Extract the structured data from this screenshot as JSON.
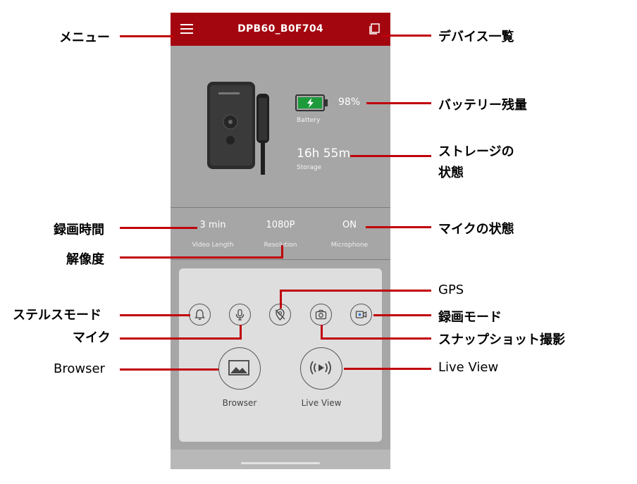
{
  "header": {
    "title": "DPB60_B0F704"
  },
  "status": {
    "battery_value": "98%",
    "battery_label": "Battery",
    "storage_value": "16h 55m",
    "storage_label": "Storage"
  },
  "stats": [
    {
      "value": "3 min",
      "label": "Video Length"
    },
    {
      "value": "1080P",
      "label": "Resolution"
    },
    {
      "value": "ON",
      "label": "Microphone"
    }
  ],
  "controls": {
    "icons": [
      "bell-icon",
      "microphone-icon",
      "gps-off-icon",
      "camera-icon",
      "video-record-icon"
    ],
    "browser_label": "Browser",
    "liveview_label": "Live View"
  },
  "annotations": {
    "menu": "メニュー",
    "device_list": "デバイス一覧",
    "battery": "バッテリー残量",
    "storage_line1": "ストレージの",
    "storage_line2": "状態",
    "rec_time": "録画時間",
    "mic_status": "マイクの状態",
    "resolution": "解像度",
    "gps": "GPS",
    "stealth": "ステルスモード",
    "rec_mode": "録画モード",
    "mic": "マイク",
    "snapshot": "スナップショット撮影",
    "browser": "Browser",
    "liveview": "Live View"
  },
  "colors": {
    "header": "#a3060f",
    "annotation_line": "#c0000a",
    "battery_fill": "#1d9b3a"
  }
}
